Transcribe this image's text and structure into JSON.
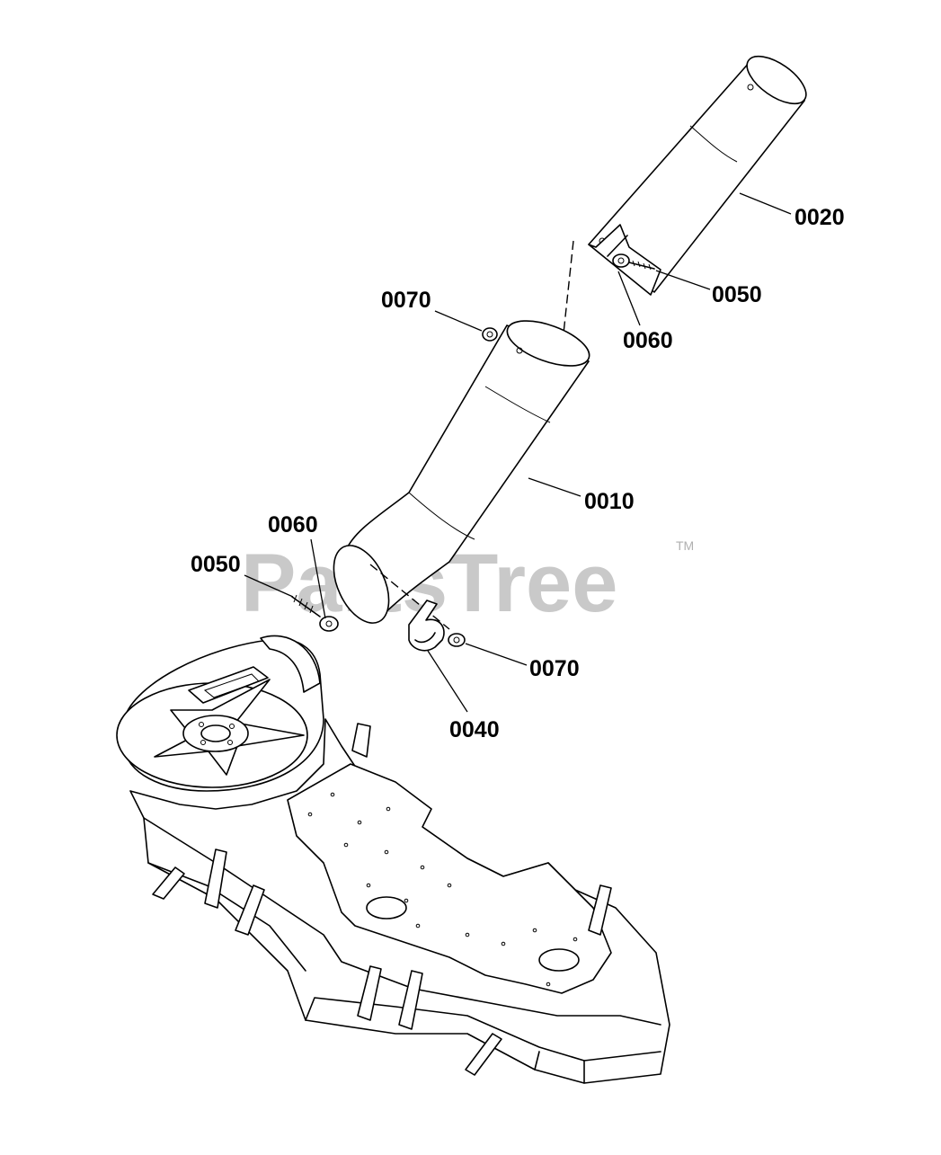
{
  "watermark": {
    "text": "PartsTree",
    "trademark": "TM"
  },
  "callouts": [
    {
      "id": "0020",
      "label": "0020"
    },
    {
      "id": "0050-top",
      "label": "0050"
    },
    {
      "id": "0060-top",
      "label": "0060"
    },
    {
      "id": "0070-top",
      "label": "0070"
    },
    {
      "id": "0010",
      "label": "0010"
    },
    {
      "id": "0060-bottom",
      "label": "0060"
    },
    {
      "id": "0050-bottom",
      "label": "0050"
    },
    {
      "id": "0070-bottom",
      "label": "0070"
    },
    {
      "id": "0040",
      "label": "0040"
    }
  ]
}
